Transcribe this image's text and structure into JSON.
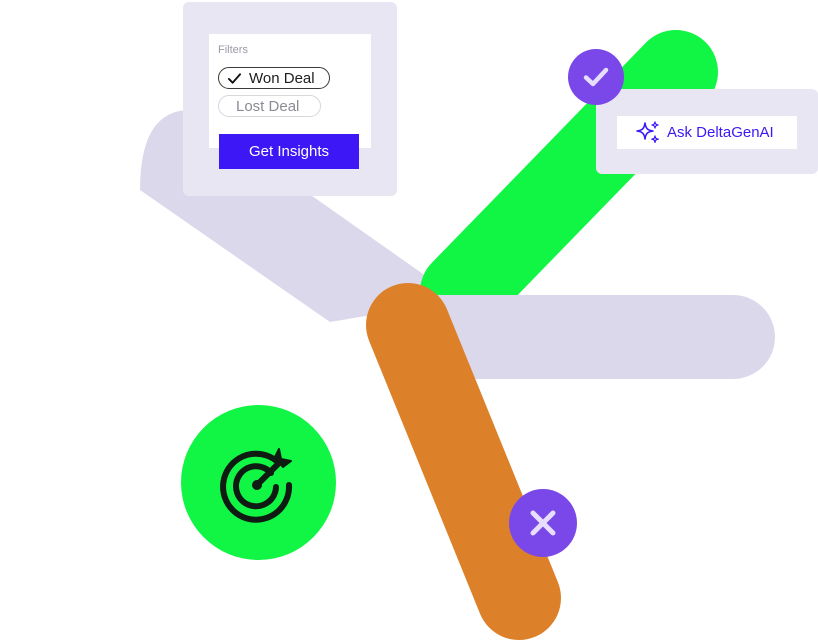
{
  "filters": {
    "title": "Filters",
    "options": [
      {
        "label": "Won Deal",
        "selected": true
      },
      {
        "label": "Lost Deal",
        "selected": false
      }
    ],
    "action_label": "Get Insights"
  },
  "assistant": {
    "button_label": "Ask DeltaGenAI"
  },
  "icons": {
    "filter_check": "check-icon",
    "assistant": "sparkle-icon",
    "won_marker": "checkmark-icon",
    "lost_marker": "close-icon",
    "goal": "target-icon"
  },
  "colors": {
    "accent": "#3d17f5",
    "purple_badge": "#7a48e8",
    "green": "#11f544",
    "orange": "#dc812a",
    "lavender": "#dcd8ec",
    "panel_bg": "#e9e6f4"
  }
}
